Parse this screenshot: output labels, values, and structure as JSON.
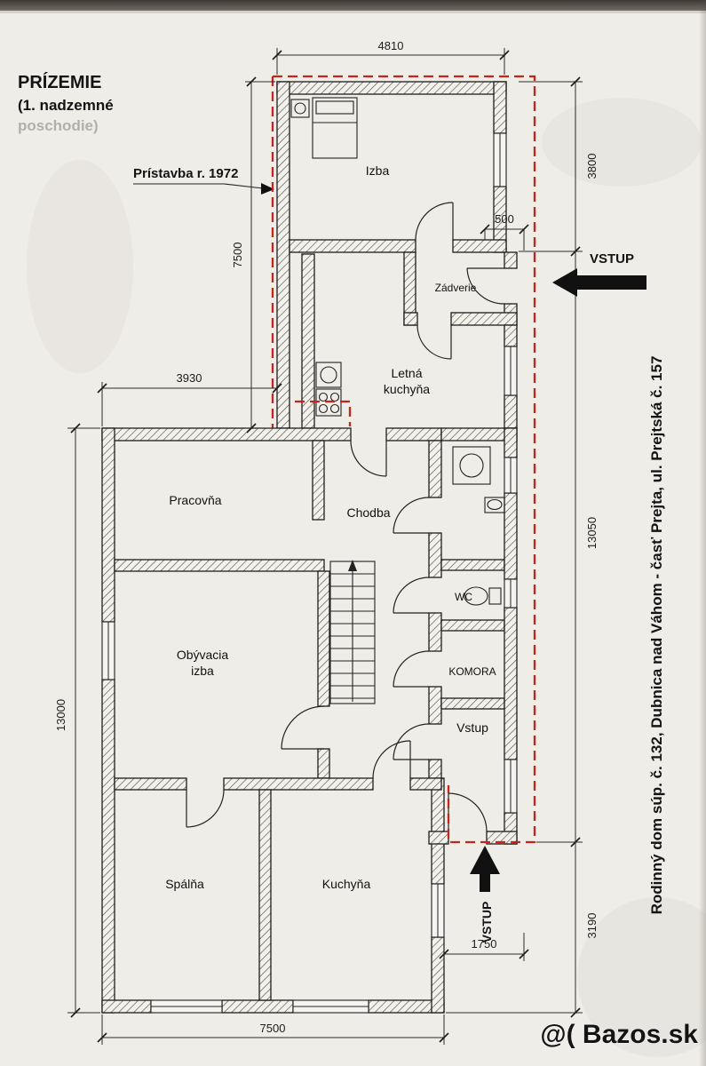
{
  "title": {
    "line1": "PRÍZEMIE",
    "line2": "(1. nadzemné",
    "line3": "poschodie)"
  },
  "annotations": {
    "pristavba": "Prístavba r. 1972",
    "vstup_right": "VSTUP",
    "vstup_bottom": "VSTUP",
    "side_text": "Rodinný dom súp. č. 132, Dubnica nad Váhom - časť Prejta, ul. Prejtská č. 157"
  },
  "rooms": {
    "izba": "Izba",
    "zadverie": "Zádverie",
    "letna_kuchyna_line1": "Letná",
    "letna_kuchyna_line2": "kuchyňa",
    "pracovna": "Pracovňa",
    "chodba": "Chodba",
    "obyvacia_line1": "Obývacia",
    "obyvacia_line2": "izba",
    "wc": "WC",
    "komora": "KOMORA",
    "vstup": "Vstup",
    "spalna": "Spálňa",
    "kuchyna": "Kuchyňa"
  },
  "dimensions": {
    "top_width": "4810",
    "right_top": "3800",
    "small_offset": "500",
    "left_extension": "7500",
    "top_left_width": "3930",
    "right_middle": "13050",
    "left_height": "13000",
    "right_bottom": "3190",
    "bottom_right_width": "1750",
    "bottom_width": "7500"
  },
  "watermark": "@( Bazos.sk",
  "colors": {
    "extension_outline": "#c2271c",
    "wall_ink": "#1d1d1d",
    "paper": "#efede8"
  }
}
